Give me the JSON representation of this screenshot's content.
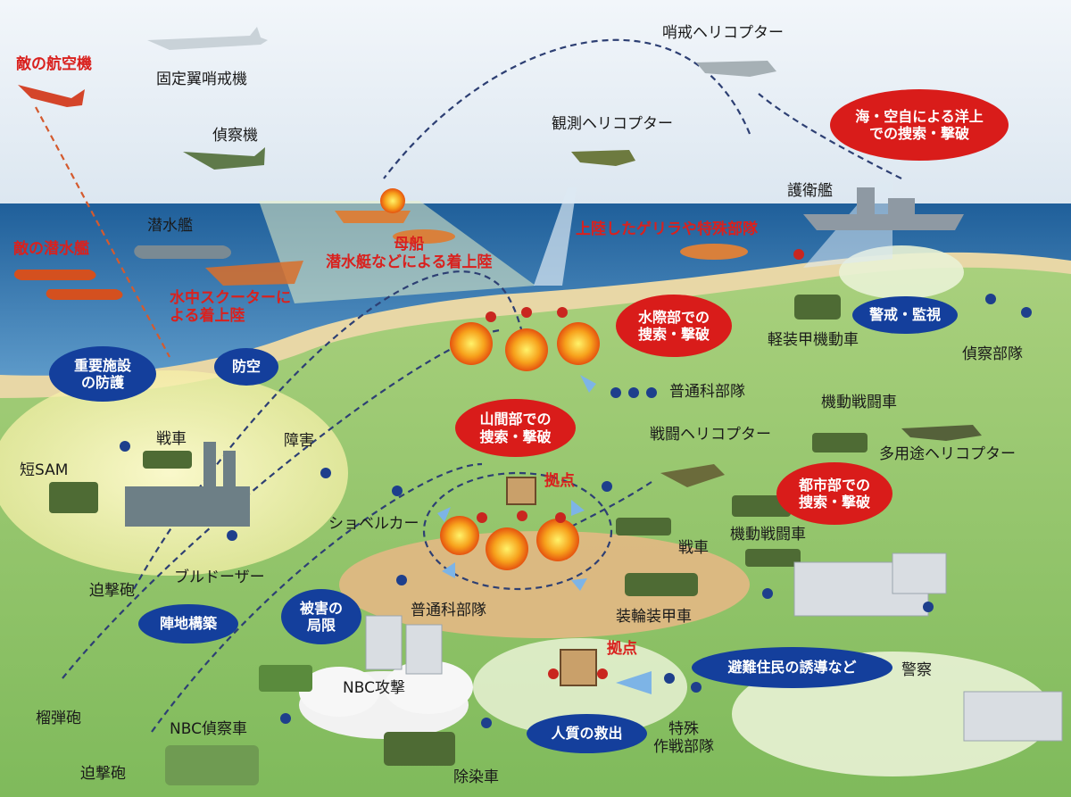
{
  "labels": {
    "enemy_aircraft": "敵の航空機",
    "fixed_wing_patrol": "固定翼哨戒機",
    "patrol_helicopter": "哨戒ヘリコプター",
    "recon_aircraft": "偵察機",
    "observation_helicopter": "観測ヘリコプター",
    "escort_ship": "護衛艦",
    "submarine": "潜水艦",
    "enemy_submarine": "敵の潜水艦",
    "mothership_line1": "母船",
    "mothership_line2": "潜水艇などによる着上陸",
    "guerrilla_landed": "上陸したゲリラや特殊部隊",
    "scooter_line1": "水中スクーターに",
    "scooter_line2": "よる着上陸",
    "light_armored_vehicle": "軽装甲機動車",
    "recon_unit": "偵察部隊",
    "infantry_unit_upper": "普通科部隊",
    "maneuver_combat_vehicle_upper": "機動戦闘車",
    "attack_helicopter": "戦闘ヘリコプター",
    "utility_helicopter": "多用途ヘリコプター",
    "tank_left": "戦車",
    "obstacle": "障害",
    "short_sam": "短SAM",
    "excavator": "ショベルカー",
    "stronghold_upper": "拠点",
    "tank_center": "戦車",
    "maneuver_combat_vehicle_lower": "機動戦闘車",
    "bulldozer": "ブルドーザー",
    "mortar_upper": "迫撃砲",
    "infantry_unit_lower": "普通科部隊",
    "wheeled_apc": "装輪装甲車",
    "stronghold_lower": "拠点",
    "police": "警察",
    "nbc_attack": "NBC攻撃",
    "howitzer": "榴弾砲",
    "nbc_recon_vehicle": "NBC偵察車",
    "special_ops_line1": "特殊",
    "special_ops_line2": "作戦部隊",
    "mortar_lower": "迫撃砲",
    "decon_vehicle": "除染車"
  },
  "bubbles": {
    "sea_air_search": "海・空自による洋上\nでの捜索・撃破",
    "waterside_search": "水際部での\n捜索・撃破",
    "vigilance": "警戒・監視",
    "protect_facilities": "重要施設\nの防護",
    "air_defense": "防空",
    "mountain_search": "山間部での\n捜索・撃破",
    "urban_search": "都市部での\n捜索・撃破",
    "positions": "陣地構築",
    "damage_limit": "被害の\n局限",
    "evacuation": "避難住民の誘導など",
    "hostage_rescue": "人質の救出"
  },
  "colors": {
    "sky": "#dfe9f3",
    "sea": "#3f7fb8",
    "land": "#8fc66a",
    "red_bubble": "#d91c1a",
    "blue_bubble": "#143f9c",
    "red_text": "#d9211e"
  }
}
